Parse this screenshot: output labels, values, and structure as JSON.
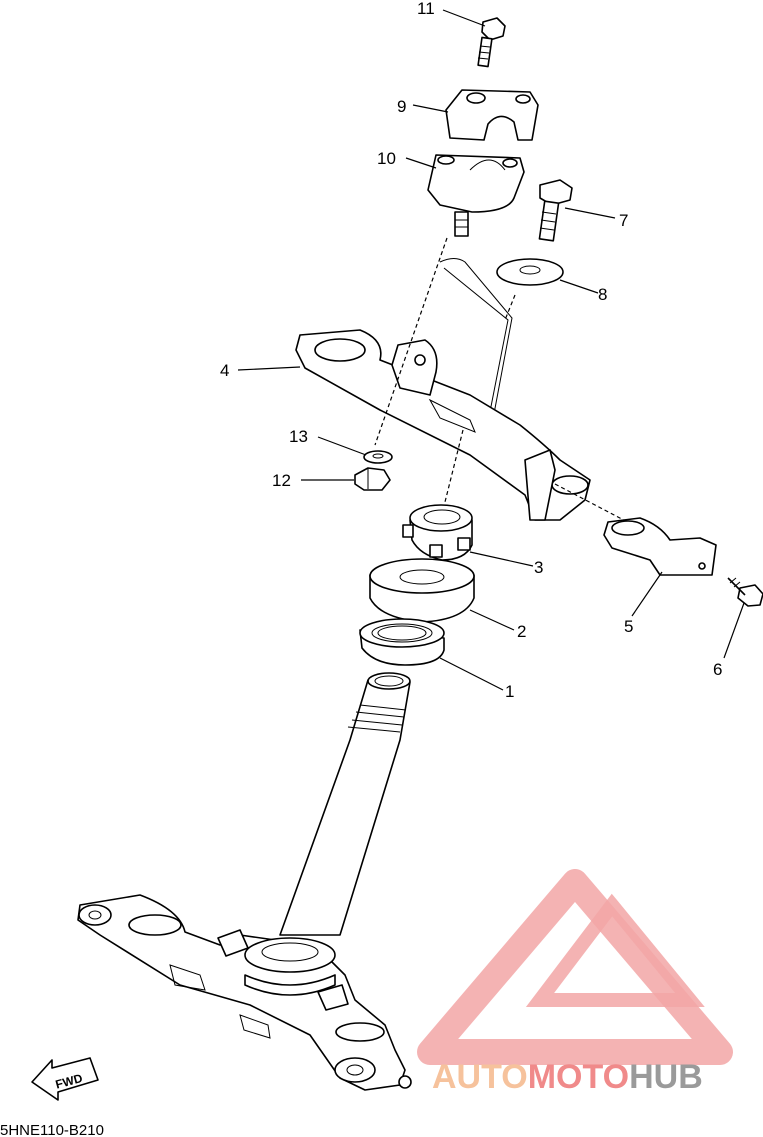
{
  "callouts": [
    {
      "id": "1",
      "label": "1"
    },
    {
      "id": "2",
      "label": "2"
    },
    {
      "id": "3",
      "label": "3"
    },
    {
      "id": "4",
      "label": "4"
    },
    {
      "id": "5",
      "label": "5"
    },
    {
      "id": "6",
      "label": "6"
    },
    {
      "id": "7",
      "label": "7"
    },
    {
      "id": "8",
      "label": "8"
    },
    {
      "id": "9",
      "label": "9"
    },
    {
      "id": "10",
      "label": "10"
    },
    {
      "id": "11",
      "label": "11"
    },
    {
      "id": "12",
      "label": "12"
    },
    {
      "id": "13",
      "label": "13"
    }
  ],
  "fwd_label": "FWD",
  "diagram_code": "5HNE110-B210",
  "watermark": {
    "part1": "AUTO",
    "part2": "MOTO",
    "part3": "HUB",
    "color_light": "#f6c29c",
    "color_pink": "#f08a8a",
    "color_gray": "#9a9a9a"
  }
}
